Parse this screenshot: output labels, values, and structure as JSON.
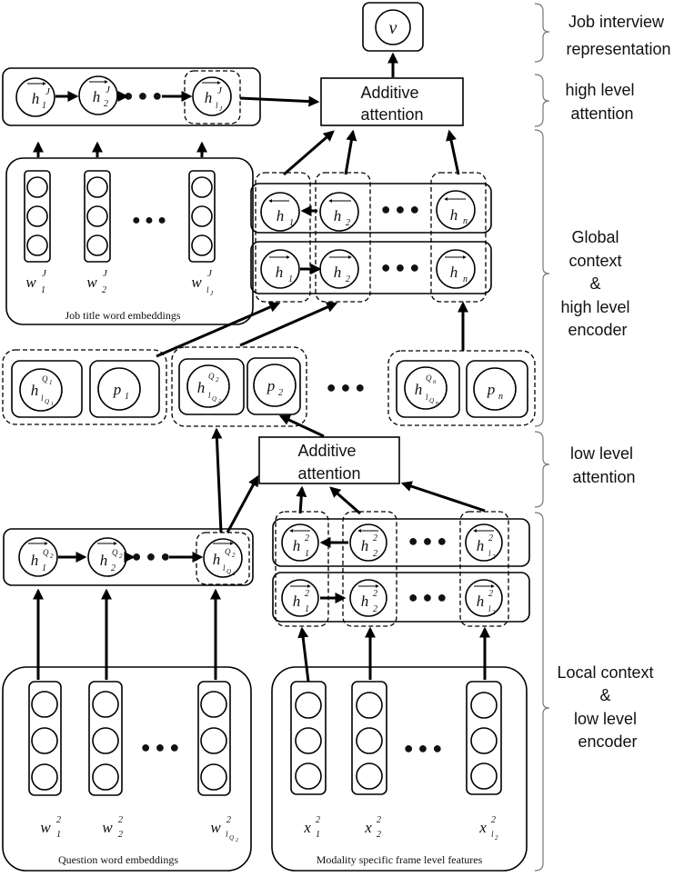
{
  "labels": {
    "job_interview": [
      "Job interview",
      "representation"
    ],
    "high_attention": [
      "high level",
      "attention"
    ],
    "global_context": [
      "Global",
      "context",
      "&",
      "high level",
      "encoder"
    ],
    "low_attention": [
      "low level",
      "attention"
    ],
    "local_context": [
      "Local context",
      "&",
      "low level",
      "encoder"
    ]
  },
  "attention": {
    "top": [
      "Additive",
      "attention"
    ],
    "bottom": [
      "Additive",
      "attention"
    ]
  },
  "captions": {
    "job_title": "Job title word embeddings",
    "question": "Question word embeddings",
    "modality": "Modality specific frame level features"
  },
  "output_symbol": "v",
  "ellipsis": "● ● ●"
}
